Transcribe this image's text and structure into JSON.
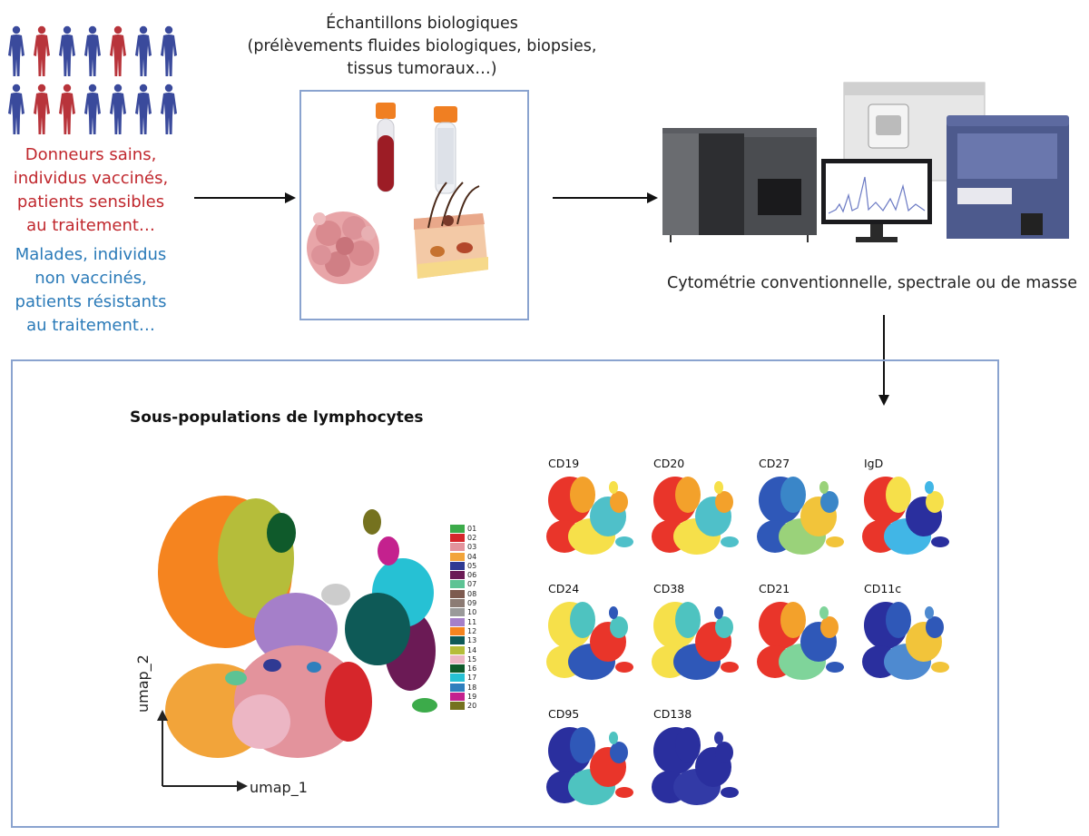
{
  "samples": {
    "line1": "Échantillons biologiques",
    "line2": "(prélèvements fluides biologiques, biopsies,",
    "line3": "tissus tumoraux…)"
  },
  "groups": {
    "positive": [
      "Donneurs sains,",
      "individus vaccinés,",
      "patients sensibles",
      "au traitement…"
    ],
    "negative": [
      "Malades, individus",
      "non vaccinés,",
      "patients résistants",
      "au traitement…"
    ]
  },
  "cytometry_caption": "Cytométrie conventionnelle, spectrale ou de masse",
  "section_title": "Sous-populations de lymphocytes",
  "axes": {
    "x": "umap_1",
    "y": "umap_2"
  },
  "legend": [
    {
      "label": "01",
      "color": "#3cab4a"
    },
    {
      "label": "02",
      "color": "#d6262b"
    },
    {
      "label": "03",
      "color": "#e3939c"
    },
    {
      "label": "04",
      "color": "#f2a43a"
    },
    {
      "label": "05",
      "color": "#2f3a93"
    },
    {
      "label": "06",
      "color": "#6b1a55"
    },
    {
      "label": "07",
      "color": "#5dc394"
    },
    {
      "label": "08",
      "color": "#7d5a4f"
    },
    {
      "label": "09",
      "color": "#8c7b74"
    },
    {
      "label": "10",
      "color": "#9a9a9a"
    },
    {
      "label": "11",
      "color": "#a57fc9"
    },
    {
      "label": "12",
      "color": "#f5841f"
    },
    {
      "label": "13",
      "color": "#0e5a57"
    },
    {
      "label": "14",
      "color": "#b5bd3a"
    },
    {
      "label": "15",
      "color": "#ecb6c4"
    },
    {
      "label": "16",
      "color": "#0f5a2b"
    },
    {
      "label": "17",
      "color": "#26c1d4"
    },
    {
      "label": "18",
      "color": "#2f7fbd"
    },
    {
      "label": "19",
      "color": "#c4218e"
    },
    {
      "label": "20",
      "color": "#75721f"
    }
  ],
  "markers": [
    "CD19",
    "CD20",
    "CD27",
    "IgD",
    "CD24",
    "CD38",
    "CD21",
    "CD11c",
    "CD95",
    "CD138"
  ],
  "colors": {
    "arrow": "#111111",
    "box_border": "#8aa3cf",
    "person_blue": "#3a4a9c",
    "person_red": "#b8343b"
  }
}
